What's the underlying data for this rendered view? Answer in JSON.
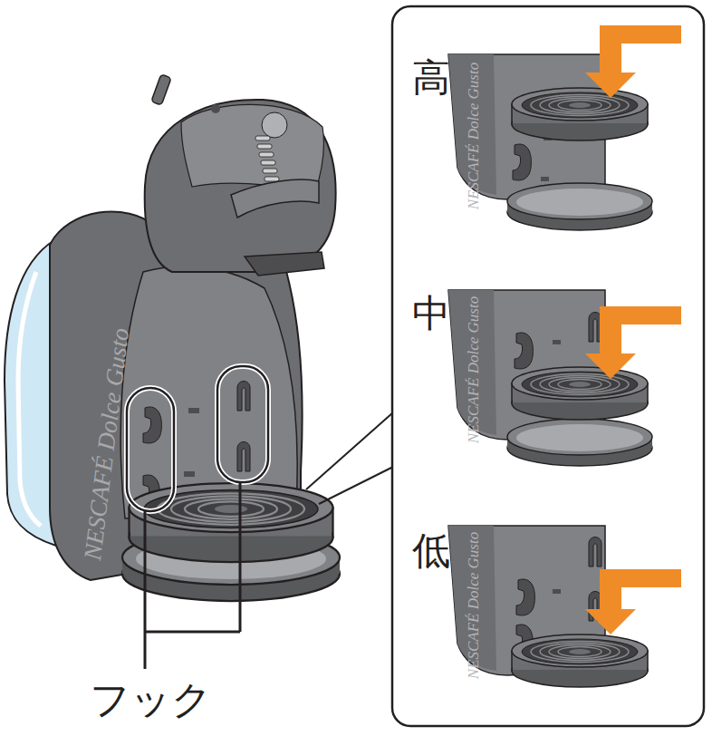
{
  "diagram": {
    "labels": [
      "高",
      "中",
      "低",
      "NESCAFÉ Dolce Gusto",
      "NESCAFÉ Dolce Gusto",
      "NESCAFÉ Dolce Gusto",
      "NESCAFÉ Dolce Gusto",
      "フック"
    ]
  }
}
